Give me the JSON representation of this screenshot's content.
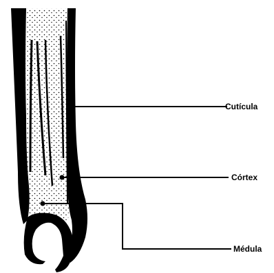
{
  "labels": {
    "cuticle": "Cutícula",
    "cortex": "Córtex",
    "medulla": "Médula"
  },
  "colors": {
    "ink": "#000000",
    "paper": "#ffffff"
  }
}
